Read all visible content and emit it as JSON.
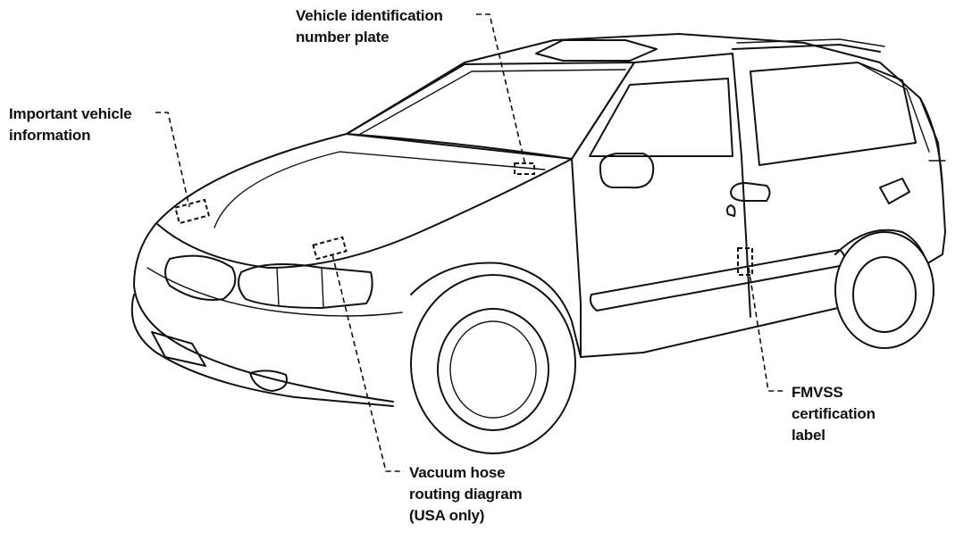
{
  "labels": {
    "vin_plate": [
      "Vehicle identification",
      "number plate"
    ],
    "important_info": [
      "Important vehicle",
      "information"
    ],
    "fmvss": [
      "FMVSS",
      "certification",
      "label"
    ],
    "vacuum_hose": [
      "Vacuum hose",
      "routing diagram",
      "(USA only)"
    ]
  },
  "colors": {
    "ink": "#111111",
    "background": "#ffffff"
  }
}
